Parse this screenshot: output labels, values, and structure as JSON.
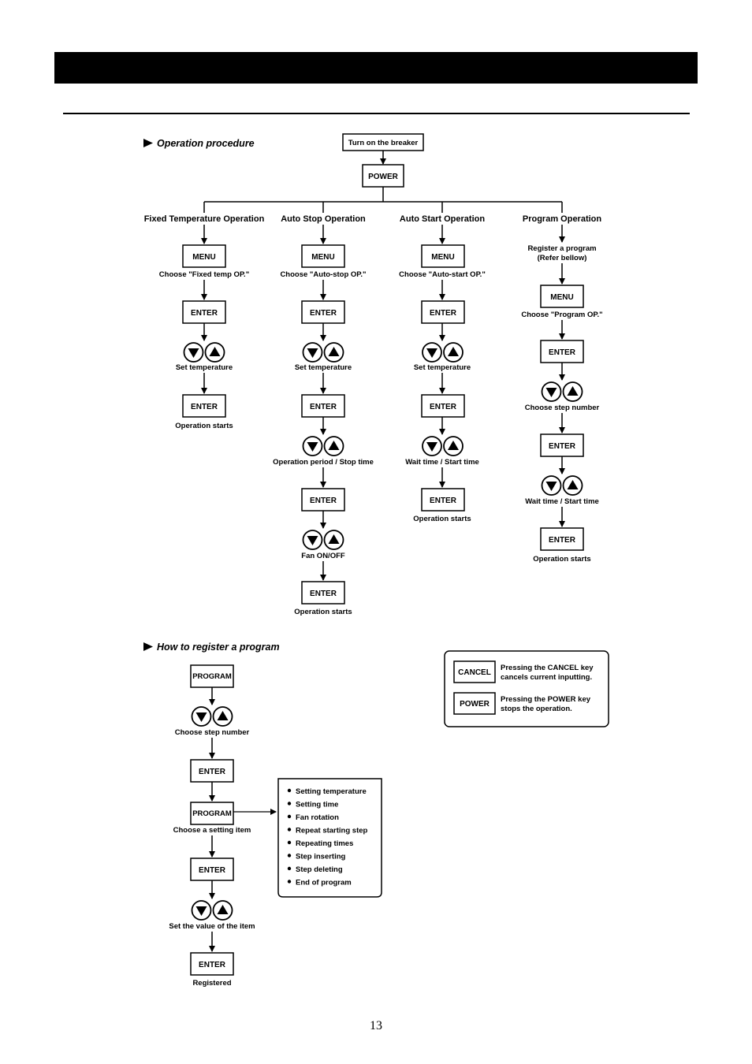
{
  "section_headings": {
    "operation_procedure": "Operation procedure",
    "register_program": "How to register a program"
  },
  "top": {
    "breaker": "Turn on the breaker",
    "power": "POWER"
  },
  "columns": [
    {
      "title": "Fixed Temperature Operation",
      "steps": [
        {
          "type": "box",
          "label": "MENU",
          "caption": "Choose \"Fixed temp OP.\""
        },
        {
          "type": "box",
          "label": "ENTER",
          "caption": ""
        },
        {
          "type": "arrows",
          "caption": "Set temperature"
        },
        {
          "type": "box",
          "label": "ENTER",
          "caption": "Operation starts"
        }
      ]
    },
    {
      "title": "Auto Stop Operation",
      "steps": [
        {
          "type": "box",
          "label": "MENU",
          "caption": "Choose \"Auto-stop OP.\""
        },
        {
          "type": "box",
          "label": "ENTER",
          "caption": ""
        },
        {
          "type": "arrows",
          "caption": "Set temperature"
        },
        {
          "type": "box",
          "label": "ENTER",
          "caption": ""
        },
        {
          "type": "arrows",
          "caption": "Operation period / Stop time"
        },
        {
          "type": "box",
          "label": "ENTER",
          "caption": ""
        },
        {
          "type": "arrows",
          "caption": "Fan ON/OFF"
        },
        {
          "type": "box",
          "label": "ENTER",
          "caption": "Operation starts"
        }
      ]
    },
    {
      "title": "Auto Start Operation",
      "steps": [
        {
          "type": "box",
          "label": "MENU",
          "caption": "Choose \"Auto-start OP.\""
        },
        {
          "type": "box",
          "label": "ENTER",
          "caption": ""
        },
        {
          "type": "arrows",
          "caption": "Set temperature"
        },
        {
          "type": "box",
          "label": "ENTER",
          "caption": ""
        },
        {
          "type": "arrows",
          "caption": "Wait time / Start time"
        },
        {
          "type": "box",
          "label": "ENTER",
          "caption": "Operation starts"
        }
      ]
    },
    {
      "title": "Program Operation",
      "steps": [
        {
          "type": "text",
          "caption": "Register a program (Refer bellow)"
        },
        {
          "type": "box",
          "label": "MENU",
          "caption": "Choose \"Program OP.\""
        },
        {
          "type": "box",
          "label": "ENTER",
          "caption": ""
        },
        {
          "type": "arrows",
          "caption": "Choose step number"
        },
        {
          "type": "box",
          "label": "ENTER",
          "caption": ""
        },
        {
          "type": "arrows",
          "caption": "Wait time / Start time"
        },
        {
          "type": "box",
          "label": "ENTER",
          "caption": "Operation starts"
        }
      ]
    }
  ],
  "register_steps": [
    {
      "type": "box",
      "label": "PROGRAM",
      "caption": ""
    },
    {
      "type": "arrows",
      "caption": "Choose step number"
    },
    {
      "type": "box",
      "label": "ENTER",
      "caption": ""
    },
    {
      "type": "box",
      "label": "PROGRAM",
      "caption": "Choose a setting item"
    },
    {
      "type": "box",
      "label": "ENTER",
      "caption": ""
    },
    {
      "type": "arrows",
      "caption": "Set the value of the item"
    },
    {
      "type": "box",
      "label": "ENTER",
      "caption": "Registered"
    }
  ],
  "setting_items": [
    "Setting temperature",
    "Setting time",
    "Fan rotation",
    "Repeat starting step",
    "Repeating times",
    "Step inserting",
    "Step deleting",
    "End of program"
  ],
  "key_notes": [
    {
      "key": "CANCEL",
      "line1": "Pressing the CANCEL key",
      "line2": "cancels current inputting."
    },
    {
      "key": "POWER",
      "line1": "Pressing the POWER key",
      "line2": "stops the operation."
    }
  ],
  "page_number": "13"
}
